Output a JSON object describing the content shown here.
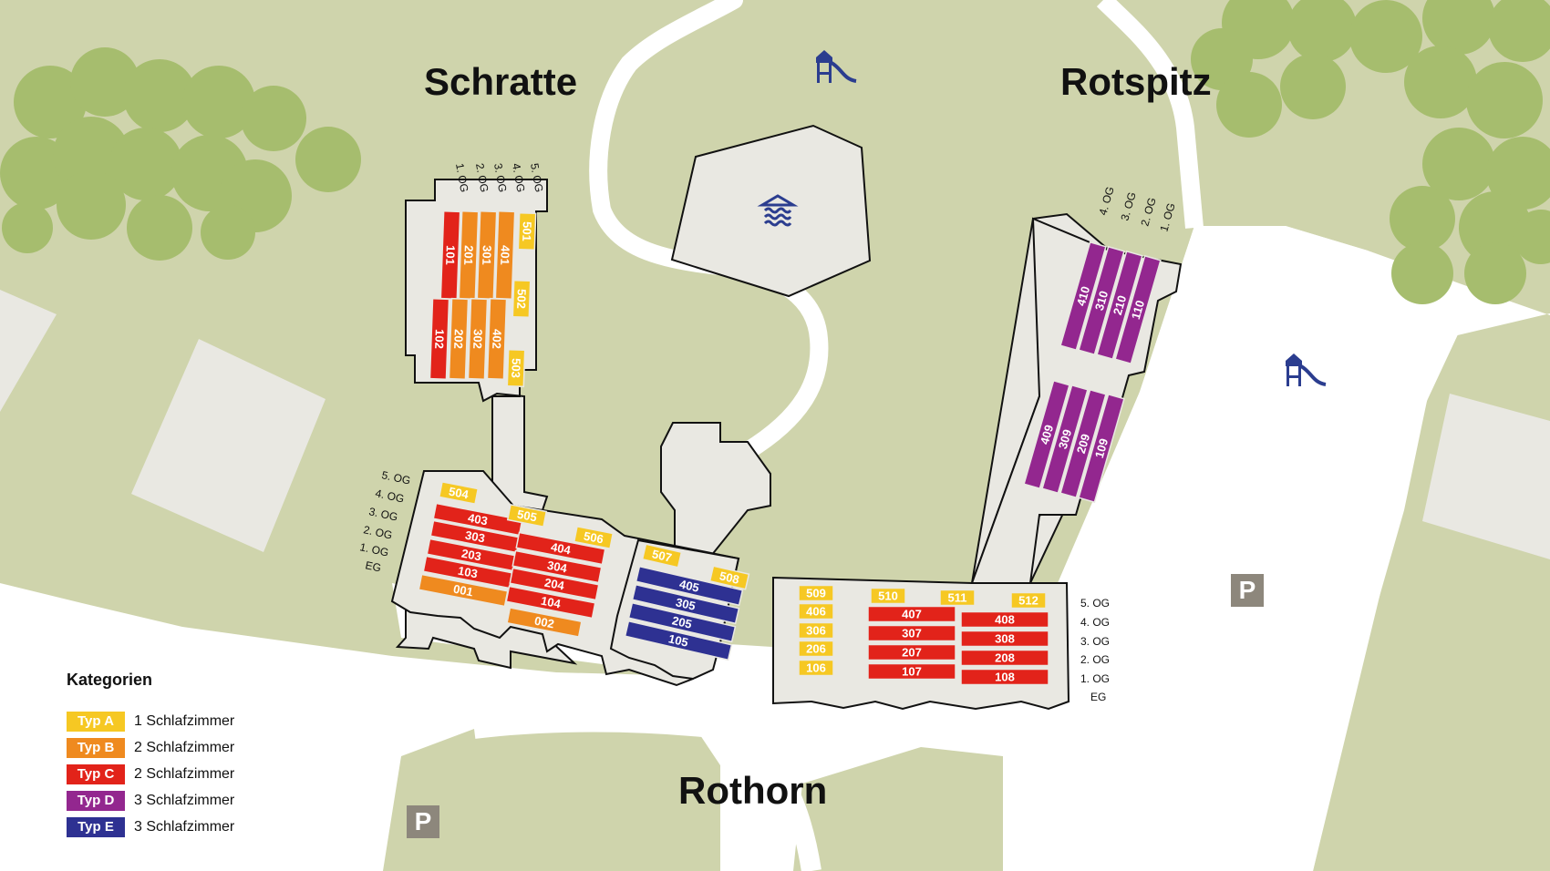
{
  "buildings": {
    "schratte": "Schratte",
    "rotspitz": "Rotspitz",
    "rothorn": "Rothorn"
  },
  "legend": {
    "title": "Kategorien",
    "items": [
      {
        "label": "Typ A",
        "desc": "1 Schlafzimmer",
        "color": "#f6c823"
      },
      {
        "label": "Typ B",
        "desc": "2 Schlafzimmer",
        "color": "#ef8a1f"
      },
      {
        "label": "Typ C",
        "desc": "2 Schlafzimmer",
        "color": "#e2231a"
      },
      {
        "label": "Typ D",
        "desc": "3 Schlafzimmer",
        "color": "#93278f"
      },
      {
        "label": "Typ E",
        "desc": "3 Schlafzimmer",
        "color": "#2e3192"
      }
    ]
  },
  "parking": {
    "symbol": "P"
  },
  "icons": {
    "playground": "playground-slide-icon",
    "pool": "swimming-pool-icon"
  },
  "schratte": {
    "floors": [
      "5. OG",
      "4. OG",
      "3. OG",
      "2. OG",
      "1. OG"
    ],
    "units": [
      "101",
      "201",
      "301",
      "401",
      "501",
      "502",
      "102",
      "202",
      "302",
      "402",
      "503"
    ]
  },
  "rotspitz": {
    "floors": [
      "4. OG",
      "3. OG",
      "2. OG",
      "1. OG"
    ],
    "units": [
      "410",
      "310",
      "210",
      "110",
      "409",
      "309",
      "209",
      "109"
    ]
  },
  "rothorn_west": {
    "floors": [
      "5. OG",
      "4. OG",
      "3. OG",
      "2. OG",
      "1. OG",
      "EG"
    ],
    "units": [
      "504",
      "403",
      "505",
      "506",
      "303",
      "404",
      "203",
      "304",
      "103",
      "204",
      "001",
      "104",
      "002"
    ]
  },
  "rothorn_mid": {
    "units": [
      "507",
      "508",
      "405",
      "305",
      "205",
      "105"
    ]
  },
  "rothorn_east": {
    "floors": [
      "5. OG",
      "4. OG",
      "3. OG",
      "2. OG",
      "1. OG",
      "EG"
    ],
    "units": [
      "509",
      "510",
      "511",
      "512",
      "406",
      "407",
      "408",
      "306",
      "307",
      "308",
      "206",
      "207",
      "208",
      "106",
      "107",
      "108"
    ]
  }
}
